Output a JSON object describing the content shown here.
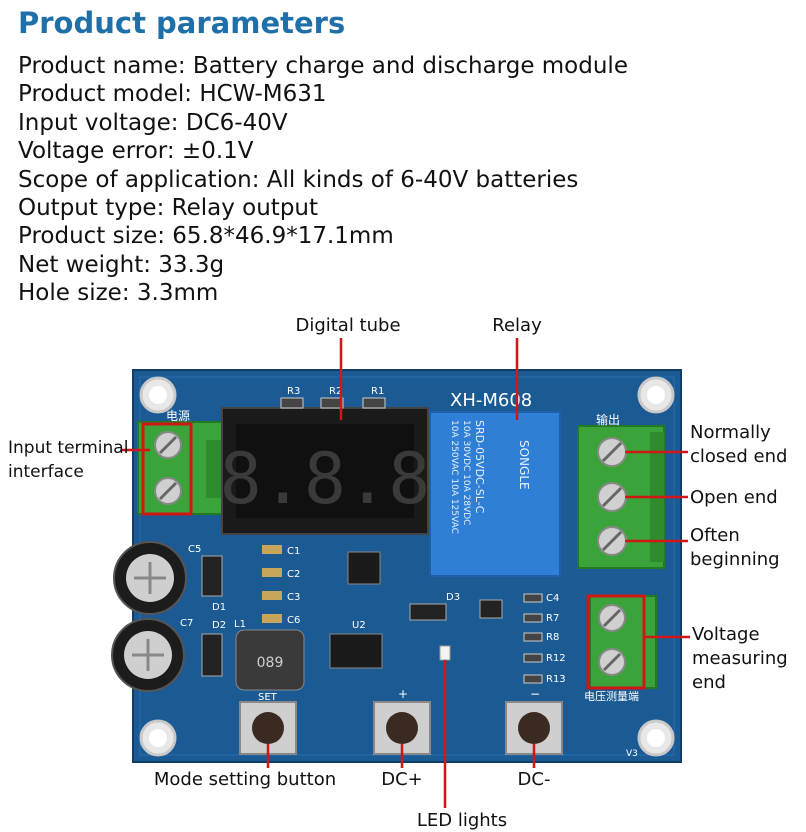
{
  "heading": "Product parameters",
  "params": [
    "Product name: Battery charge and discharge module",
    "Product model: HCW-M631",
    "Input voltage: DC6-40V",
    "Voltage error: ±0.1V",
    "Scope of application: All kinds of 6-40V batteries",
    "Output type: Relay output",
    "Product size: 65.8*46.9*17.1mm",
    "Net weight: 33.3g",
    "Hole size: 3.3mm"
  ],
  "callouts": {
    "digital_tube": "Digital tube",
    "relay": "Relay",
    "input_terminal_1": "Input terminal",
    "input_terminal_2": "interface",
    "normally_closed_1": "Normally",
    "normally_closed_2": "closed end",
    "open_end": "Open end",
    "often_beginning_1": "Often",
    "often_beginning_2": "beginning",
    "voltage_measuring_1": "Voltage",
    "voltage_measuring_2": "measuring",
    "voltage_measuring_3": "end",
    "mode_setting_button": "Mode setting button",
    "dc_plus": "DC+",
    "dc_minus": "DC-",
    "led_lights": "LED lights"
  },
  "board": {
    "model": "XH-M608",
    "display": "8.8.8",
    "relay_brand": "SONGLE",
    "relay_specs": [
      "10A 250VAC 10A 125VAC",
      "10A 30VDC 10A 28VDC"
    ],
    "relay_model": "SRD-05VDC-SL-C",
    "silk_power": "电源",
    "silk_output": "输出",
    "silk_voltage": "电压测量端",
    "silk_r3": "R3",
    "silk_r2": "R2",
    "silk_r1": "R1",
    "silk_c1": "C1",
    "silk_c2": "C2",
    "silk_c3": "C3",
    "silk_c6": "C6",
    "silk_c5": "C5",
    "silk_c7": "C7",
    "silk_d1": "D1",
    "silk_d2": "D2",
    "silk_l1": "L1",
    "silk_u2": "U2",
    "silk_d3": "D3",
    "silk_c4": "C4",
    "silk_r7": "R7",
    "silk_r8": "R8",
    "silk_r12": "R12",
    "silk_r13": "R13",
    "silk_set": "SET",
    "silk_plus": "+",
    "silk_minus": "−",
    "inductor": "089",
    "version": "V3"
  },
  "colors": {
    "heading": "#1f6fa8",
    "pcb": "#1b5a93",
    "terminal": "#3aa33a",
    "callout_box": "#d01616",
    "relay": "#2f7fd6"
  }
}
